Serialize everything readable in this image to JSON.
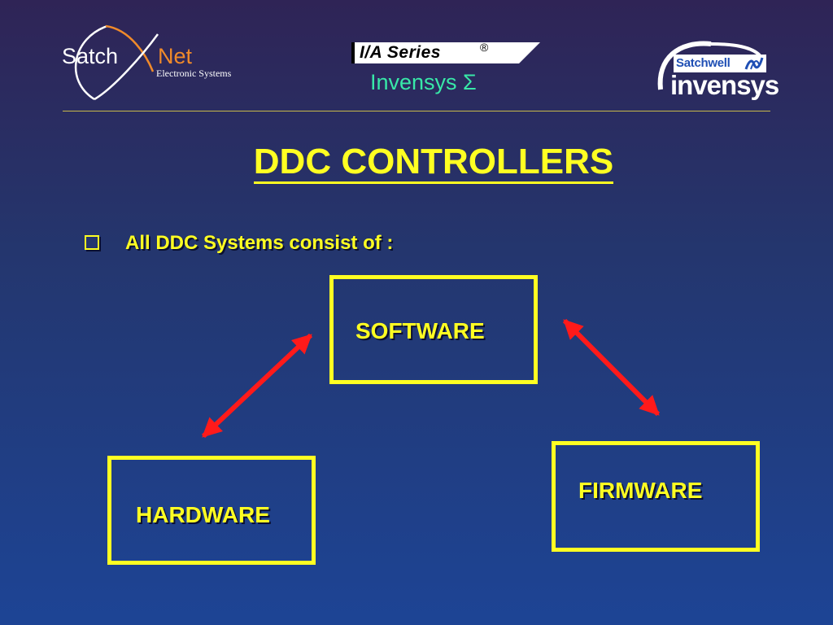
{
  "header": {
    "satchnet_logo": {
      "word1": "Satch",
      "word2": "Net",
      "subtitle": "Electronic Systems"
    },
    "ia_series_logo": {
      "text": "I/A Series",
      "registered": "®"
    },
    "invensys_sigma": "Invensys Σ",
    "satchwell_logo": {
      "brand": "Satchwell",
      "company": "invensys"
    }
  },
  "slide": {
    "title": "DDC CONTROLLERS",
    "bullet": "All DDC Systems consist of :"
  },
  "diagram": {
    "nodes": [
      {
        "id": "software",
        "label": "SOFTWARE"
      },
      {
        "id": "hardware",
        "label": "HARDWARE"
      },
      {
        "id": "firmware",
        "label": "FIRMWARE"
      }
    ],
    "edges": [
      {
        "from": "software",
        "to": "hardware",
        "type": "bidirectional"
      },
      {
        "from": "software",
        "to": "firmware",
        "type": "bidirectional"
      }
    ]
  },
  "colors": {
    "accent": "#ffff22",
    "arrow": "#ff1a1a",
    "invensys_green": "#38e8a8",
    "satch_orange": "#f08a2a"
  }
}
